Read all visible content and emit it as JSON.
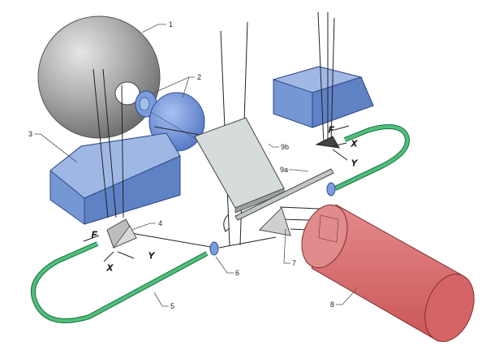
{
  "labels": {
    "l1": "1",
    "l2": "2",
    "l3": "3",
    "l4": "4",
    "l5": "5",
    "l6": "6",
    "l7": "7",
    "l8": "8",
    "l9a": "9a",
    "l9b": "9b"
  },
  "axes_left": {
    "f": "F",
    "x": "X",
    "y": "Y"
  },
  "axes_right": {
    "f": "F",
    "x": "X",
    "y": "Y"
  },
  "colors": {
    "sphere": "#9a9a9a",
    "blue_solid": "#6f93d2",
    "red_cylinder": "#d9696b",
    "fiber_green": "#3fae6e",
    "mirror_gray": "#d6dbdb"
  }
}
